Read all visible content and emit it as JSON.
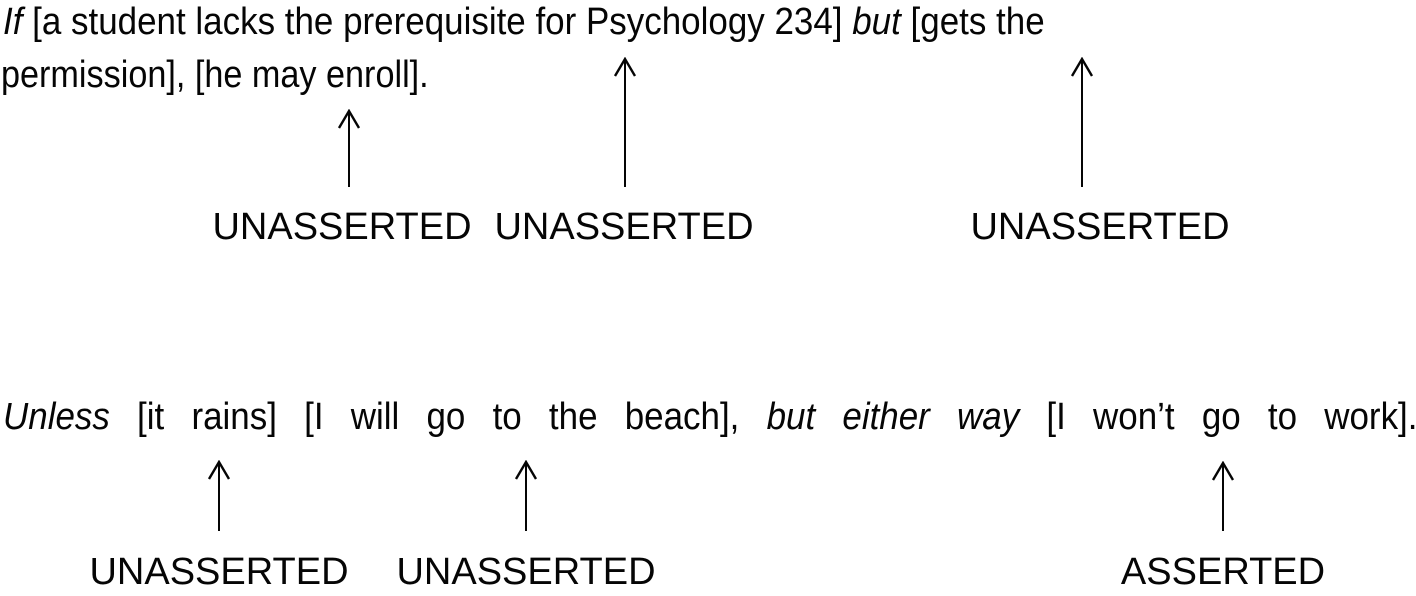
{
  "example1": {
    "line1": {
      "s0": "If",
      "s1": " [a student lacks the prerequisite for Psychology 234] ",
      "s2": "but",
      "s3": " [gets the"
    },
    "line2": "permission], [he may enroll].",
    "labels": [
      "UNASSERTED",
      "UNASSERTED",
      "UNASSERTED"
    ]
  },
  "example2": {
    "line": {
      "s0": "Unless",
      "s1": " [it rains] [I will go to the beach], ",
      "s2": "but either way",
      "s3": " [I won’t go to work]."
    },
    "labels": [
      "UNASSERTED",
      "UNASSERTED",
      "ASSERTED"
    ]
  },
  "colors": {
    "text": "#050505",
    "background": "#ffffff"
  }
}
